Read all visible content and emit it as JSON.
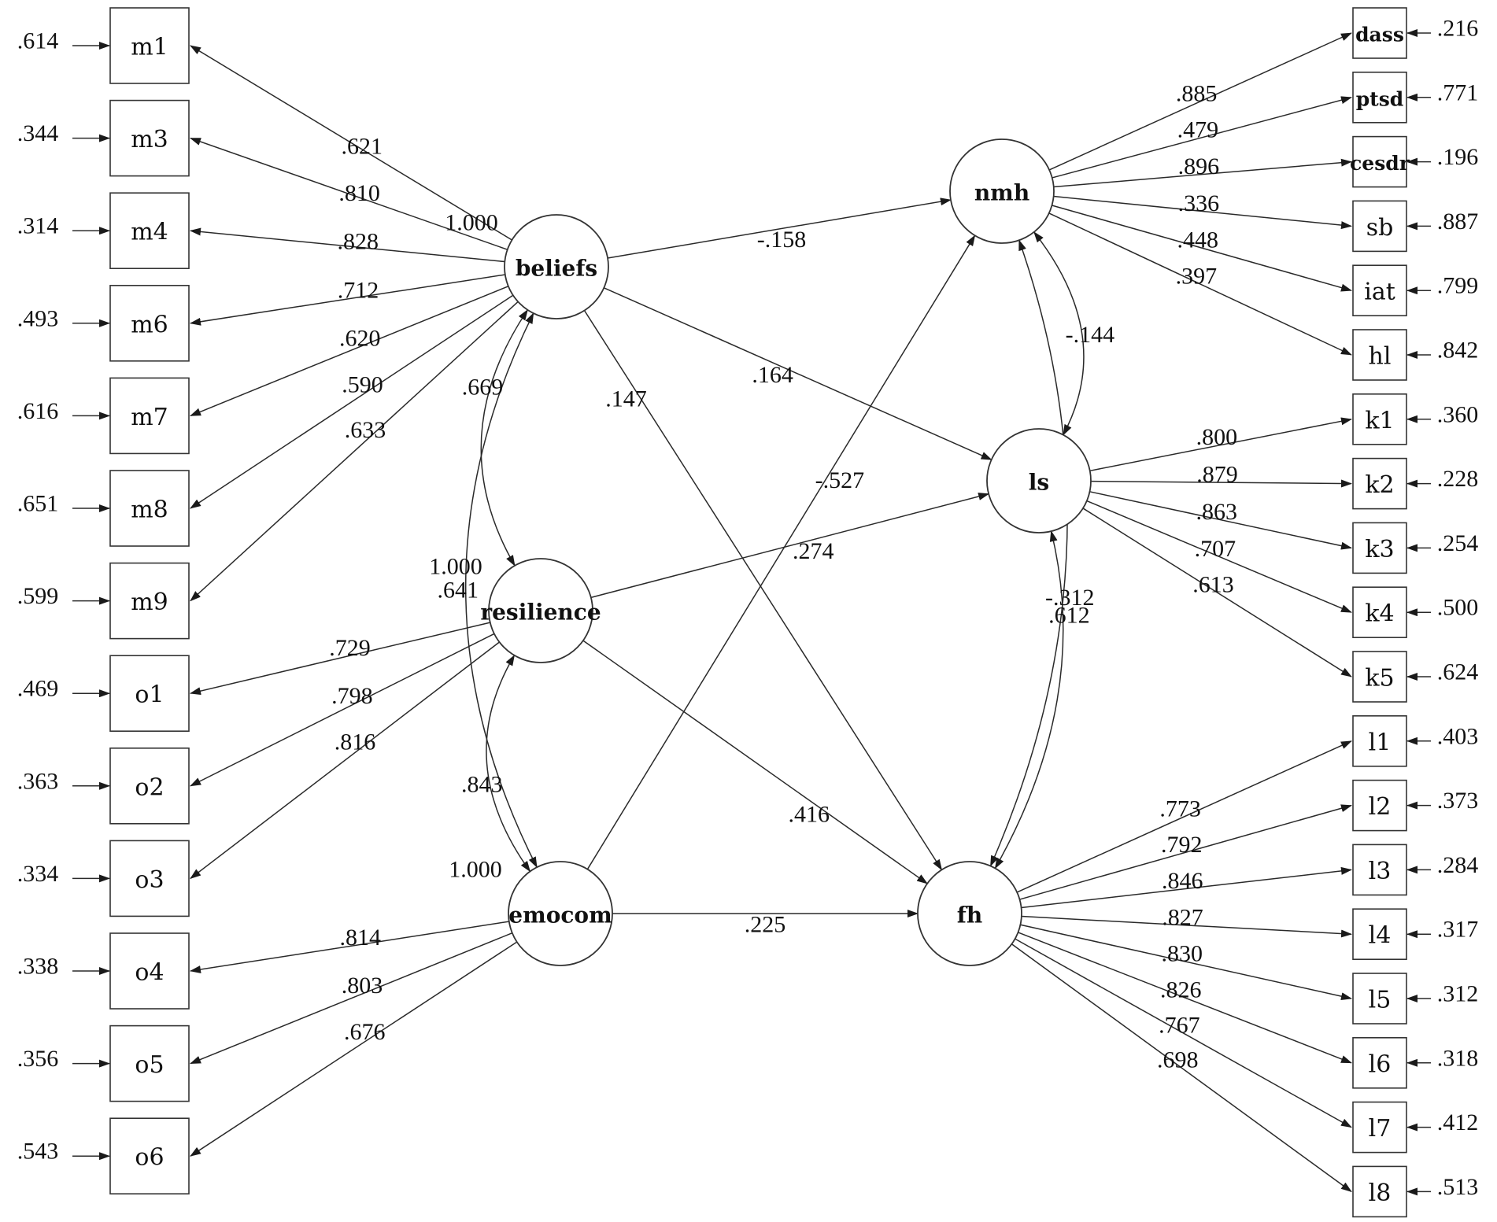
{
  "left_indicators": [
    {
      "id": "m1",
      "error": ".614",
      "loading": ".621",
      "factor": "beliefs"
    },
    {
      "id": "m3",
      "error": ".344",
      "loading": ".810",
      "factor": "beliefs"
    },
    {
      "id": "m4",
      "error": ".314",
      "loading": ".828",
      "factor": "beliefs"
    },
    {
      "id": "m6",
      "error": ".493",
      "loading": ".712",
      "factor": "beliefs"
    },
    {
      "id": "m7",
      "error": ".616",
      "loading": ".620",
      "factor": "beliefs"
    },
    {
      "id": "m8",
      "error": ".651",
      "loading": ".590",
      "factor": "beliefs"
    },
    {
      "id": "m9",
      "error": ".599",
      "loading": ".633",
      "factor": "beliefs"
    },
    {
      "id": "o1",
      "error": ".469",
      "loading": ".729",
      "factor": "resilience"
    },
    {
      "id": "o2",
      "error": ".363",
      "loading": ".798",
      "factor": "resilience"
    },
    {
      "id": "o3",
      "error": ".334",
      "loading": ".816",
      "factor": "resilience"
    },
    {
      "id": "o4",
      "error": ".338",
      "loading": ".814",
      "factor": "emocom"
    },
    {
      "id": "o5",
      "error": ".356",
      "loading": ".803",
      "factor": "emocom"
    },
    {
      "id": "o6",
      "error": ".543",
      "loading": ".676",
      "factor": "emocom"
    }
  ],
  "right_indicators": [
    {
      "id": "dass",
      "error": ".216",
      "loading": ".885",
      "factor": "nmh"
    },
    {
      "id": "ptsd",
      "error": ".771",
      "loading": ".479",
      "factor": "nmh"
    },
    {
      "id": "cesdr",
      "error": ".196",
      "loading": ".896",
      "factor": "nmh"
    },
    {
      "id": "sb",
      "error": ".887",
      "loading": ".336",
      "factor": "nmh"
    },
    {
      "id": "iat",
      "error": ".799",
      "loading": ".448",
      "factor": "nmh"
    },
    {
      "id": "hl",
      "error": ".842",
      "loading": ".397",
      "factor": "nmh"
    },
    {
      "id": "k1",
      "error": ".360",
      "loading": ".800",
      "factor": "ls"
    },
    {
      "id": "k2",
      "error": ".228",
      "loading": ".879",
      "factor": "ls"
    },
    {
      "id": "k3",
      "error": ".254",
      "loading": ".863",
      "factor": "ls"
    },
    {
      "id": "k4",
      "error": ".500",
      "loading": ".707",
      "factor": "ls"
    },
    {
      "id": "k5",
      "error": ".624",
      "loading": ".613",
      "factor": "ls"
    },
    {
      "id": "l1",
      "error": ".403",
      "loading": ".773",
      "factor": "fh"
    },
    {
      "id": "l2",
      "error": ".373",
      "loading": ".792",
      "factor": "fh"
    },
    {
      "id": "l3",
      "error": ".284",
      "loading": ".846",
      "factor": "fh"
    },
    {
      "id": "l4",
      "error": ".317",
      "loading": ".827",
      "factor": "fh"
    },
    {
      "id": "l5",
      "error": ".312",
      "loading": ".830",
      "factor": "fh"
    },
    {
      "id": "l6",
      "error": ".318",
      "loading": ".826",
      "factor": "fh"
    },
    {
      "id": "l7",
      "error": ".412",
      "loading": ".767",
      "factor": "fh"
    },
    {
      "id": "l8",
      "error": ".513",
      "loading": ".698",
      "factor": "fh"
    }
  ],
  "latents": {
    "beliefs": {
      "label": "beliefs",
      "variance": "1.000"
    },
    "resilience": {
      "label": "resilience",
      "variance": "1.000"
    },
    "emocom": {
      "label": "emocom",
      "variance": "1.000"
    },
    "nmh": {
      "label": "nmh"
    },
    "ls": {
      "label": "ls"
    },
    "fh": {
      "label": "fh"
    }
  },
  "paths": [
    {
      "from": "beliefs",
      "to": "nmh",
      "coef": "-.158"
    },
    {
      "from": "beliefs",
      "to": "ls",
      "coef": ".164"
    },
    {
      "from": "beliefs",
      "to": "fh",
      "coef": ".147"
    },
    {
      "from": "resilience",
      "to": "ls",
      "coef": ".274"
    },
    {
      "from": "resilience",
      "to": "fh",
      "coef": ".416"
    },
    {
      "from": "emocom",
      "to": "nmh",
      "coef": "-.527"
    },
    {
      "from": "emocom",
      "to": "fh",
      "coef": ".225"
    }
  ],
  "covariances": [
    {
      "a": "beliefs",
      "b": "resilience",
      "coef": ".669"
    },
    {
      "a": "beliefs",
      "b": "emocom",
      "coef": ".641"
    },
    {
      "a": "resilience",
      "b": "emocom",
      "coef": ".843"
    },
    {
      "a": "nmh",
      "b": "ls",
      "coef": "-.144"
    },
    {
      "a": "ls",
      "b": "fh",
      "coef": "-.312"
    },
    {
      "a": "nmh",
      "b": "fh",
      "coef": ".612"
    }
  ]
}
